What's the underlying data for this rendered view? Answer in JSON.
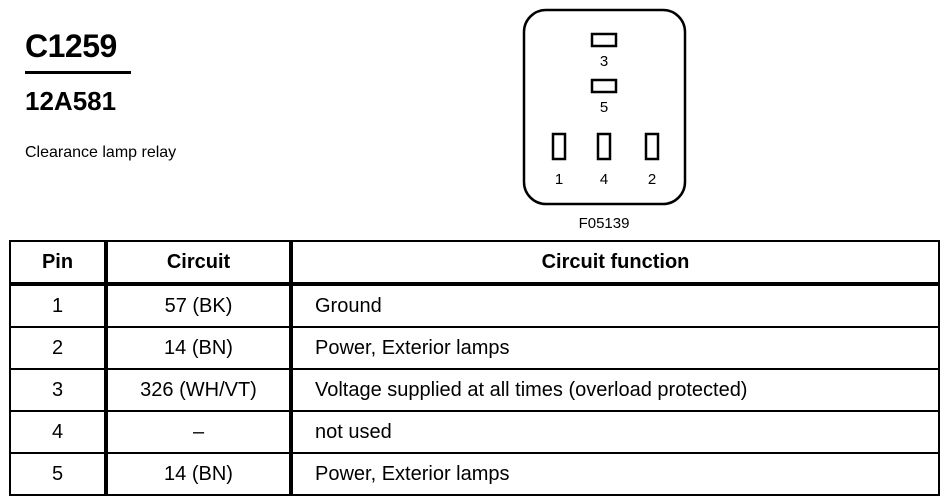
{
  "connector": {
    "id": "C1259",
    "part_number": "12A581",
    "description": "Clearance lamp relay",
    "figure_code": "F05139",
    "pin_labels": [
      "3",
      "5",
      "1",
      "4",
      "2"
    ]
  },
  "table": {
    "headers": {
      "pin": "Pin",
      "circuit": "Circuit",
      "function": "Circuit function"
    },
    "rows": [
      {
        "pin": "1",
        "circuit": "57 (BK)",
        "function": "Ground"
      },
      {
        "pin": "2",
        "circuit": "14 (BN)",
        "function": "Power, Exterior lamps"
      },
      {
        "pin": "3",
        "circuit": "326 (WH/VT)",
        "function": "Voltage supplied at all times (overload protected)"
      },
      {
        "pin": "4",
        "circuit": "–",
        "function": "not used"
      },
      {
        "pin": "5",
        "circuit": "14 (BN)",
        "function": "Power, Exterior lamps"
      }
    ]
  }
}
